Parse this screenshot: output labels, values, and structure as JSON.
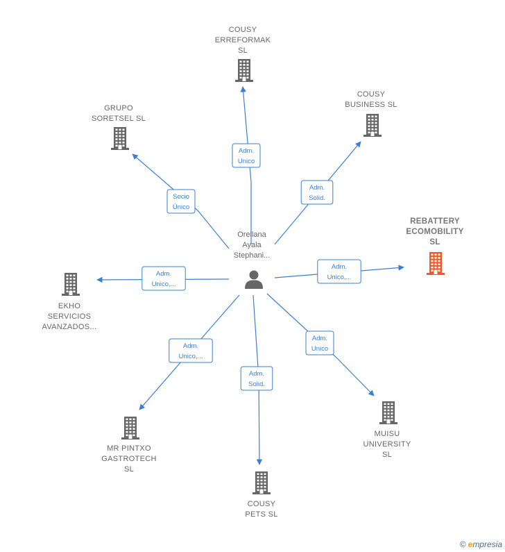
{
  "colors": {
    "edge": "#3a7fd0",
    "company": "#666666",
    "focus": "#f05a28",
    "person": "#666666"
  },
  "center": {
    "label_lines": [
      "Orellana",
      "Ayala",
      "Stephani..."
    ],
    "icon": "person-icon"
  },
  "companies": [
    {
      "id": "cousy-erreformak",
      "label_lines": [
        "COUSY",
        "ERREFORMAK",
        "SL"
      ],
      "focus": false,
      "icon": "building-icon"
    },
    {
      "id": "cousy-business",
      "label_lines": [
        "COUSY",
        "BUSINESS  SL"
      ],
      "focus": false,
      "icon": "building-icon"
    },
    {
      "id": "grupo-soretsel",
      "label_lines": [
        "GRUPO",
        "SORETSEL  SL"
      ],
      "focus": false,
      "icon": "building-icon"
    },
    {
      "id": "rebattery-ecomobility",
      "label_lines": [
        "REBATTERY",
        "ECOMOBILITY",
        "SL"
      ],
      "focus": true,
      "icon": "building-icon"
    },
    {
      "id": "ekho-servicios",
      "label_lines": [
        "EKHO",
        "SERVICIOS",
        "AVANZADOS..."
      ],
      "focus": false,
      "icon": "building-icon"
    },
    {
      "id": "muisu-university",
      "label_lines": [
        "MUISU",
        "UNIVERSITY",
        "SL"
      ],
      "focus": false,
      "icon": "building-icon"
    },
    {
      "id": "mr-pintxo",
      "label_lines": [
        "MR PINTXO",
        "GASTROTECH",
        "SL"
      ],
      "focus": false,
      "icon": "building-icon"
    },
    {
      "id": "cousy-pets",
      "label_lines": [
        "COUSY",
        "PETS  SL"
      ],
      "focus": false,
      "icon": "building-icon"
    }
  ],
  "edges": [
    {
      "target": "cousy-erreformak",
      "label_lines": [
        "Adm.",
        "Unico"
      ]
    },
    {
      "target": "cousy-business",
      "label_lines": [
        "Adm.",
        "Solid."
      ]
    },
    {
      "target": "grupo-soretsel",
      "label_lines": [
        "Socio",
        "Único"
      ]
    },
    {
      "target": "rebattery-ecomobility",
      "label_lines": [
        "Adm.",
        "Unico,..."
      ]
    },
    {
      "target": "ekho-servicios",
      "label_lines": [
        "Adm.",
        "Unico,..."
      ]
    },
    {
      "target": "muisu-university",
      "label_lines": [
        "Adm.",
        "Unico"
      ]
    },
    {
      "target": "mr-pintxo",
      "label_lines": [
        "Adm.",
        "Unico,..."
      ]
    },
    {
      "target": "cousy-pets",
      "label_lines": [
        "Adm.",
        "Solid."
      ]
    }
  ],
  "brand": {
    "copyright": "©",
    "initial": "e",
    "name": "mpresia"
  }
}
